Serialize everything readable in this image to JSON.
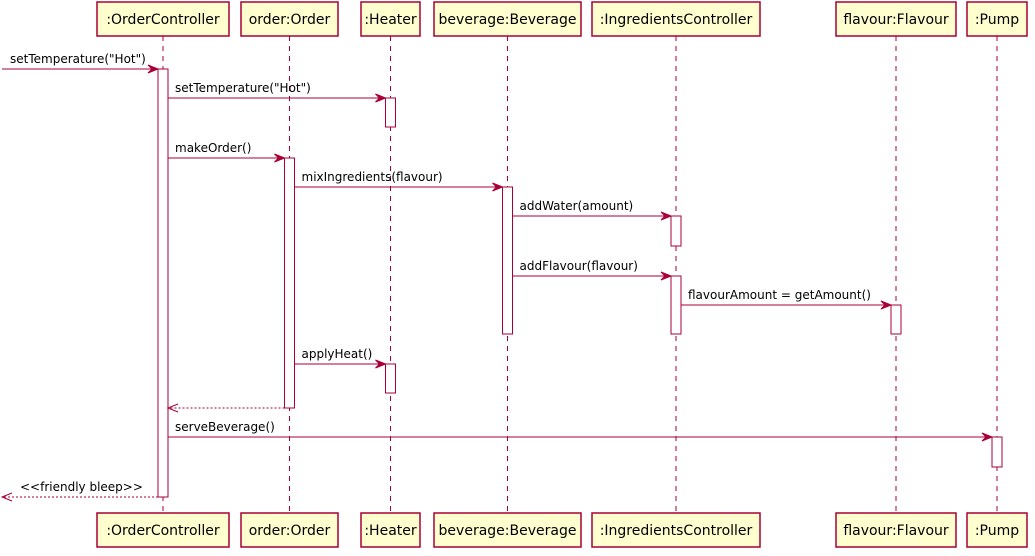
{
  "participants": [
    {
      "id": "oc",
      "label": ":OrderController"
    },
    {
      "id": "order",
      "label": "order:Order"
    },
    {
      "id": "heater",
      "label": ":Heater"
    },
    {
      "id": "bev",
      "label": "beverage:Beverage"
    },
    {
      "id": "ic",
      "label": ":IngredientsController"
    },
    {
      "id": "flav",
      "label": "flavour:Flavour"
    },
    {
      "id": "pump",
      "label": ":Pump"
    }
  ],
  "messages": [
    {
      "id": "m1",
      "label": "setTemperature(\"Hot\")"
    },
    {
      "id": "m2",
      "label": "setTemperature(\"Hot\")"
    },
    {
      "id": "m3",
      "label": "makeOrder()"
    },
    {
      "id": "m4",
      "label": "mixIngredients(flavour)"
    },
    {
      "id": "m5",
      "label": "addWater(amount)"
    },
    {
      "id": "m6",
      "label": "addFlavour(flavour)"
    },
    {
      "id": "m7",
      "label": "flavourAmount = getAmount()"
    },
    {
      "id": "m8",
      "label": "applyHeat()"
    },
    {
      "id": "m9",
      "label": ""
    },
    {
      "id": "m10",
      "label": "serveBeverage()"
    },
    {
      "id": "m11",
      "label": "<<friendly bleep>>"
    }
  ],
  "colors": {
    "box_fill": "#FEFECE",
    "box_stroke": "#A80036",
    "arrow": "#A80036",
    "lifeline": "#A80036",
    "activation_fill": "#FFFFFF"
  }
}
